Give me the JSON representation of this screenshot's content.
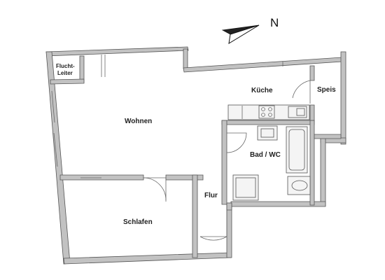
{
  "north_label": "N",
  "rooms": {
    "fluchtleiter_line1": "Flucht-",
    "fluchtleiter_line2": "Leiter",
    "wohnen": "Wohnen",
    "kueche": "Küche",
    "speis": "Speis",
    "bad": "Bad / WC",
    "flur": "Flur",
    "schlafen": "Schlafen"
  },
  "colors": {
    "wall": "#c2c2c2",
    "line": "#555555",
    "background": "#ffffff"
  }
}
